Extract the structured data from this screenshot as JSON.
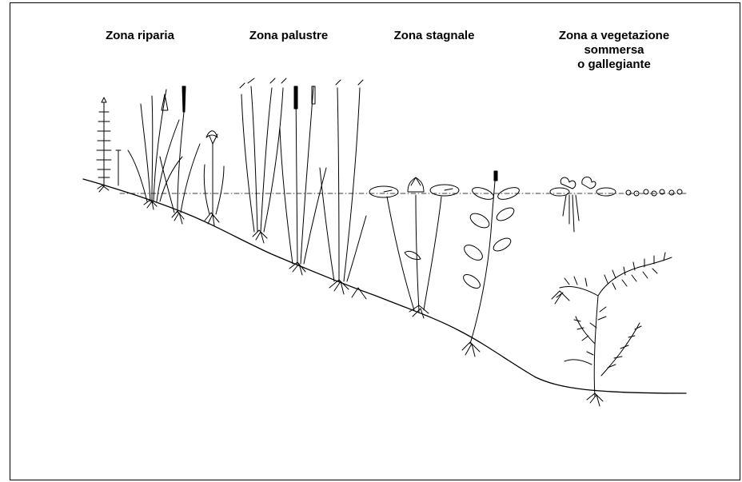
{
  "zones": {
    "riparia": "Zona riparia",
    "palustre": "Zona palustre",
    "stagnale": "Zona stagnale",
    "sommersa_line1": "Zona a vegetazione",
    "sommersa_line2": "sommersa",
    "sommersa_line3": "o gallegiante"
  },
  "colors": {
    "ink": "#000000",
    "background": "#ffffff"
  }
}
